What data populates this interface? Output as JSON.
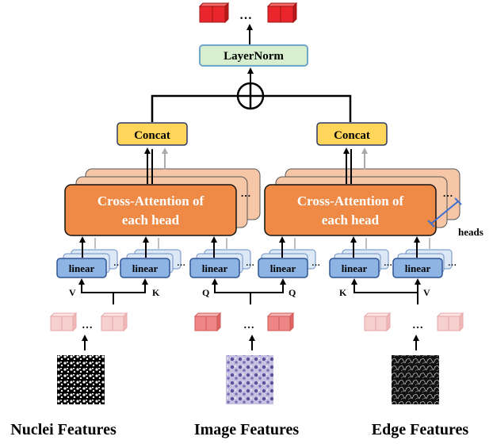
{
  "layernorm": {
    "label": "LayerNorm"
  },
  "concat": {
    "left_label": "Concat",
    "right_label": "Concat"
  },
  "attention": {
    "left_line1": "Cross-Attention of",
    "left_line2": "each head",
    "right_line1": "Cross-Attention of",
    "right_line2": "each head"
  },
  "heads_label": "heads",
  "linear_label": "linear",
  "ellipsis": "…",
  "io_labels": {
    "v_left": "V",
    "k_left": "K",
    "q_left": "Q",
    "q_right": "Q",
    "k_right": "K",
    "v_right": "V"
  },
  "inputs": {
    "nuclei": "Nuclei Features",
    "image": "Image Features",
    "edge": "Edge Features"
  },
  "colors": {
    "output_token": "#e8262b",
    "layernorm_fill": "#d7efcf",
    "layernorm_stroke": "#6fa7c8",
    "concat_fill": "#ffd55a",
    "attention_fill": "#ee8a45",
    "attention_back_fill": "#f6c6a6",
    "linear_fill": "#8db4e2",
    "linear_back_fill": "#dce8f6",
    "token_light": "#f6cfcf",
    "token_mid": "#ee8686"
  }
}
